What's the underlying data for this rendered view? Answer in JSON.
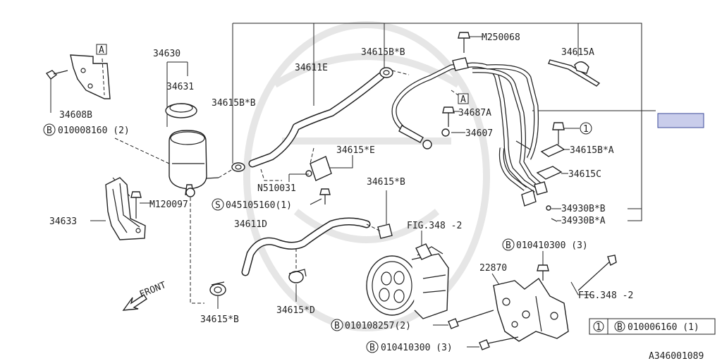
{
  "diagram": {
    "labels": {
      "p34630": "34630",
      "p34631": "34631",
      "p34608B": "34608B",
      "bolt_main": "010008160 (2)",
      "p34611E": "34611E",
      "p34615BB_left": "34615B*B",
      "p34615BB_top": "34615B*B",
      "pM250068": "M250068",
      "p34615A": "34615A",
      "p34687A": "34687A",
      "p34607": "34607",
      "p34615E": "34615*E",
      "pN510031": "N510031",
      "p34615BA": "34615B*A",
      "p34615C": "34615C",
      "pM120097": "M120097",
      "s045105160": "045105160(1)",
      "p34633": "34633",
      "p34615B_mid": "34615*B",
      "p34611D": "34611D",
      "fig348_top": "FIG.348 -2",
      "p34930BB": "34930B*B",
      "p34930BA": "34930B*A",
      "b010410300_top": "010410300 (3)",
      "p22870": "22870",
      "fig348_right": "FIG.348 -2",
      "front": "FRONT",
      "p34615B_bottom": "34615*B",
      "p34615D": "34615*D",
      "b010108257": "010108257(2)",
      "b010410300_bottom": "010410300 (3)",
      "legend_num": "1",
      "legend_b": "B",
      "legend_bolt": "010006160 (1)",
      "callout_one": "1",
      "ref_a_top": "A",
      "ref_a_mid": "A",
      "mark_b": "B",
      "mark_s": "S",
      "catalog_no": "A346001089"
    },
    "highlight_color": "#c9cdeb",
    "highlight_stroke": "#3b4a9a"
  }
}
